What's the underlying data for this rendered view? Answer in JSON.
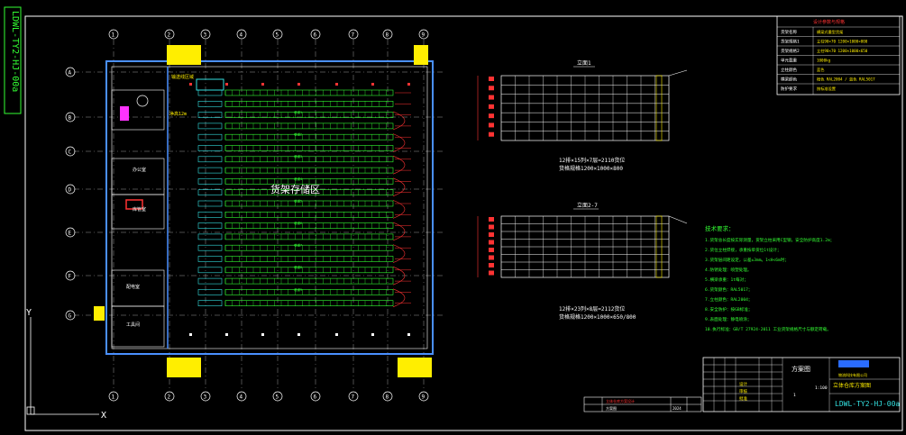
{
  "drawing": {
    "vertical_code": "LDWL-TY2-HJ-00a",
    "drawing_number": "LDWL-TY2-HJ-00a",
    "project_name": "立体仓库方案图",
    "drawing_title": "方案图",
    "company_name": "物流科技有限公司"
  },
  "plan": {
    "column_labels_top": [
      "1",
      "2",
      "3",
      "4",
      "5",
      "6",
      "7",
      "8",
      "9"
    ],
    "column_labels_bottom": [
      "1",
      "2",
      "3",
      "4",
      "5",
      "6",
      "7",
      "8",
      "9"
    ],
    "row_labels_left": [
      "A",
      "B",
      "C",
      "D",
      "E",
      "F",
      "G"
    ],
    "center_label": "货架存储区",
    "area_note": "输送线区域",
    "height_note": "净高12m",
    "rooms": [
      "办公室",
      "库管室",
      "配电室",
      "工具间"
    ],
    "aisle_labels": [
      "巷道1",
      "巷道2",
      "巷道3",
      "巷道4",
      "巷道5",
      "巷道6",
      "巷道7",
      "巷道8",
      "巷道9"
    ]
  },
  "elevations": [
    {
      "title": "立面1",
      "caption1": "12排×15列×7层=2110货位",
      "caption2": "货格规格1200×1000×800"
    },
    {
      "title": "立面2-7",
      "caption1": "12排×23列×8层=2112货位",
      "caption2": "货格规格1200×1000×650/800"
    }
  ],
  "notes": {
    "heading": "技术要求：",
    "items": [
      "1.货架总长度按实际测量，货架立柱采用C型钢，安全防护高度1.2m；",
      "2.货位立柱焊接，承重按单货位1t设计；",
      "3.货架层间距设定，公差±3mm。1<H<6m时；",
      "4.防锈处理：喷塑处理。",
      "5.横梁承重：1t每对；",
      "6.货架颜色：RAL5017；",
      "7.立柱颜色：RAL2004；",
      "8.安全防护：按GB标准；",
      "9.表面处理：静电喷涂；",
      "10.执行标准：GB/T 27924-2011 工业货架规格尺寸与额定荷载。"
    ]
  },
  "legend": {
    "title": "设计参数与规格",
    "rows": [
      [
        "货架名称",
        "横梁式重型货架"
      ],
      [
        "货架规格1",
        "立柱90×70",
        "1200×1000×800"
      ],
      [
        "货架规格2",
        "立柱90×70",
        "1200×1000×650"
      ],
      [
        "单元载重",
        "1000kg"
      ],
      [
        "立柱颜色",
        "蓝色"
      ],
      [
        "横梁颜色",
        "橙色 RAL2004 / 蓝色 RAL5017"
      ],
      [
        "防护要求",
        "按标准设置"
      ]
    ]
  },
  "title_block": {
    "rows": [
      "设计",
      "审核",
      "批准"
    ],
    "scale": "1:100",
    "sheet": "1",
    "bottom_strip": [
      "立体仓库方案设计",
      "方案图",
      "2024"
    ]
  },
  "colors": {
    "background": "#000000",
    "wall": "#4a90ff",
    "rack": "#33ff33",
    "accent": "#ff3333",
    "label_yellow": "#ffee00",
    "note_green": "#33ff33",
    "cyan": "#33e0e0",
    "white": "#ffffff",
    "magenta": "#ff33ff"
  }
}
